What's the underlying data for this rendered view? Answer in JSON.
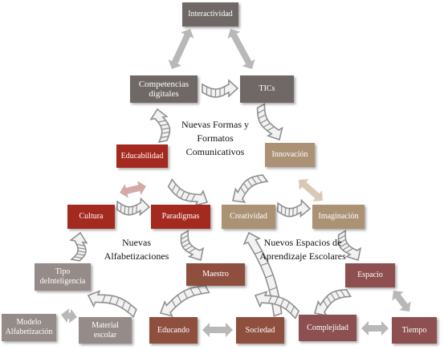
{
  "nodes": {
    "interactividad": {
      "label": "Interactividad",
      "color": "#6f6866"
    },
    "competencias": {
      "label": "Competencias digitales",
      "color": "#6f6866"
    },
    "tics": {
      "label": "TICs",
      "color": "#6f6866"
    },
    "educabilidad": {
      "label": "Educabilidad",
      "color": "#a42a20"
    },
    "innovacion": {
      "label": "Innovación",
      "color": "#ab9275"
    },
    "cultura": {
      "label": "Cultura",
      "color": "#a42a20"
    },
    "paradigmas": {
      "label": "Paradigmas",
      "color": "#a42a20"
    },
    "creatividad": {
      "label": "Creatividad",
      "color": "#ab9275"
    },
    "imaginacion": {
      "label": "Imaginación",
      "color": "#ab9275"
    },
    "tipo": {
      "label": "Tipo deInteligencia",
      "color": "#958b88"
    },
    "maestro": {
      "label": "Maestro",
      "color": "#8f4f3f"
    },
    "espacio": {
      "label": "Espacio",
      "color": "#8d4f4f"
    },
    "modelo": {
      "label": "Modelo Alfabetización",
      "color": "#958b88"
    },
    "material": {
      "label": "Material escolar",
      "color": "#958b88"
    },
    "educando": {
      "label": "Educando",
      "color": "#8f4f3f"
    },
    "sociedad": {
      "label": "Sociedad",
      "color": "#8f4f3f"
    },
    "complejidad": {
      "label": "Complejidad",
      "color": "#8d4f4f"
    },
    "tiempo": {
      "label": "Tiempo",
      "color": "#8d4f4f"
    }
  },
  "notes": {
    "nuevas_formas": "Nuevas Formas y Formatos Comunicativos",
    "nuevas_alfabetizaciones": "Nuevas Alfabetizaciones",
    "nuevos_espacios": "Nuevos Espacios de Aprendizaje Escolares"
  },
  "colors": {
    "arrow_gray": "#b8b8b8",
    "arrow_pink": "#d4aaa7",
    "arrow_tan": "#d8c9b6",
    "arrow_striped": "#8f8f8f"
  }
}
